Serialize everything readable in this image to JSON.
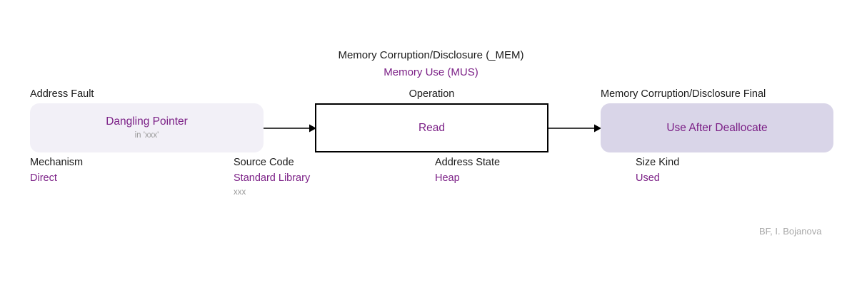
{
  "header": {
    "class_line": "Memory Corruption/Disclosure (_MEM)",
    "bug_line": "Memory Use (MUS)"
  },
  "stages": {
    "cause": {
      "caption": "Address Fault",
      "value": "Dangling Pointer",
      "detail": "in 'xxx'",
      "attributes": [
        {
          "label": "Mechanism",
          "value": "Direct",
          "detail": ""
        },
        {
          "label": "Source Code",
          "value": "Standard Library",
          "detail": "xxx"
        }
      ]
    },
    "operation": {
      "caption": "Operation",
      "value": "Read",
      "attributes": [
        {
          "label": "Address State",
          "value": "Heap",
          "detail": ""
        }
      ]
    },
    "consequence": {
      "caption": "Memory Corruption/Disclosure Final",
      "value": "Use After Deallocate",
      "attributes": [
        {
          "label": "Size Kind",
          "value": "Used",
          "detail": ""
        }
      ]
    }
  },
  "credit": "BF, I. Bojanova",
  "colors": {
    "accent_purple": "#7b1f86",
    "cause_box": "#f2f0f7",
    "consequence_box": "#d9d5e8",
    "muted_gray": "#9a9a9a"
  }
}
